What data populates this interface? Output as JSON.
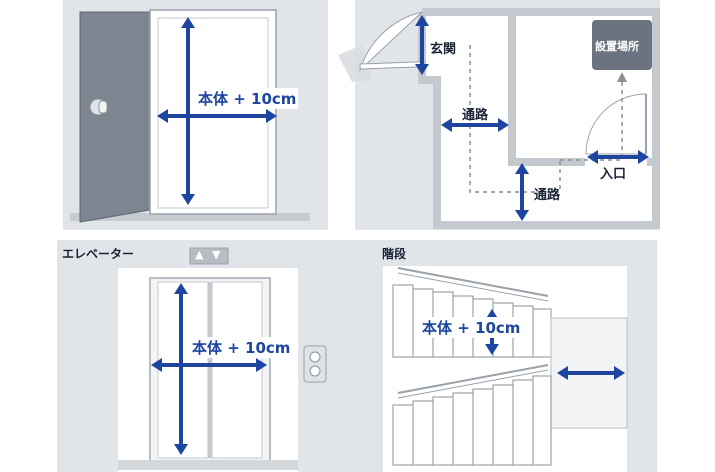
{
  "door_panel": {
    "measure_label": "本体 + 10cm"
  },
  "floor_plan": {
    "entrance_label": "玄関",
    "corridor_label_1": "通路",
    "corridor_label_2": "通路",
    "doorway_label": "入口",
    "install_location_label": "設置場所"
  },
  "elevator_panel": {
    "title": "エレベーター",
    "measure_label": "本体 + 10cm",
    "indicator": [
      "▲",
      "▼"
    ]
  },
  "stairs_panel": {
    "title": "階段",
    "measure_label": "本体 + 10cm"
  },
  "colors": {
    "background": "#e1e5ea",
    "arrow_blue": "#1e46a0",
    "wall_gray": "#c4c9d0",
    "door_gray": "#7d8590",
    "install_box": "#6b7380"
  }
}
